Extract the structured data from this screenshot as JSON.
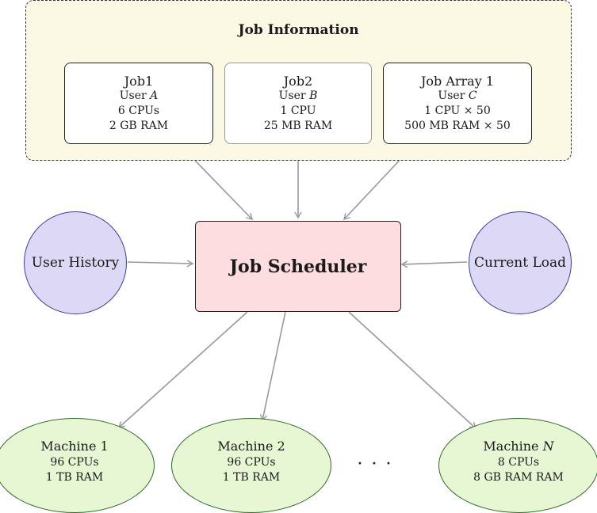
{
  "job_information": {
    "title": "Job Information",
    "jobs": [
      {
        "name": "Job1",
        "user_label": "User",
        "user_var": "A",
        "cpu": "6 CPUs",
        "ram": "2 GB RAM"
      },
      {
        "name": "Job2",
        "user_label": "User",
        "user_var": "B",
        "cpu": "1 CPU",
        "ram": "25 MB RAM"
      },
      {
        "name": "Job Array 1",
        "user_label": "User",
        "user_var": "C",
        "cpu": "1 CPU × 50",
        "ram": "500 MB RAM × 50"
      }
    ]
  },
  "scheduler": {
    "label": "Job Scheduler"
  },
  "inputs": {
    "user_history": "User History",
    "current_load": "Current Load"
  },
  "machines": [
    {
      "name": "Machine 1",
      "cpu": "96 CPUs",
      "ram": "1 TB RAM"
    },
    {
      "name": "Machine 2",
      "cpu": "96 CPUs",
      "ram": "1 TB RAM"
    },
    {
      "name_prefix": "Machine",
      "name_var": "N",
      "cpu": "8 CPUs",
      "ram": "8 GB RAM RAM"
    }
  ],
  "ellipsis": "· · ·",
  "colors": {
    "job_info_bg": "#fbf9e3",
    "scheduler_bg": "#fddde0",
    "circle_bg": "#dcd8f5",
    "machine_bg": "#e8f7d3",
    "arrow": "#999999"
  }
}
